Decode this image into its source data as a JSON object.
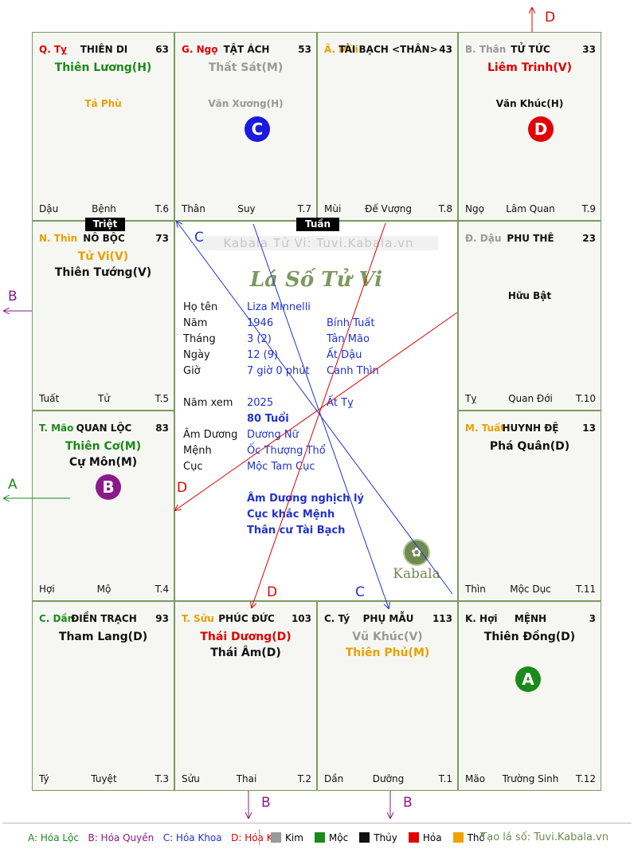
{
  "cells": [
    {
      "id": "ty",
      "branch": "Q. Tỵ",
      "branch_color": "#e00000",
      "palace": "THIÊN DI",
      "num": "63",
      "stars": [
        {
          "t": "Thiên Lương(H)",
          "c": "#1a8a1a"
        }
      ],
      "minor": [
        {
          "t": "Tả Phù",
          "c": "#e8a000"
        }
      ],
      "foot": {
        "l": "Dậu",
        "c": "Bệnh",
        "r": "T.6"
      }
    },
    {
      "id": "ngo",
      "branch": "G. Ngọ",
      "branch_color": "#e00000",
      "palace": "TẬT ÁCH",
      "num": "53",
      "stars": [
        {
          "t": "Thất Sát(M)",
          "c": "#999999"
        }
      ],
      "minor": [
        {
          "t": "Văn Xương(H)",
          "c": "#999999"
        }
      ],
      "foot": {
        "l": "Thân",
        "c": "Suy",
        "r": "T.7"
      }
    },
    {
      "id": "mui",
      "branch": "Ã. Mùi",
      "branch_color": "#e8a000",
      "palace": "TÀI BẠCH <THÂN>",
      "num": "43",
      "stars": [],
      "minor": [],
      "foot": {
        "l": "Mùi",
        "c": "Đế Vượng",
        "r": "T.8"
      }
    },
    {
      "id": "than",
      "branch": "B. Thân",
      "branch_color": "#999999",
      "palace": "TỬ TỨC",
      "num": "33",
      "stars": [
        {
          "t": "Liêm Trinh(V)",
          "c": "#e00000"
        }
      ],
      "minor": [
        {
          "t": "Văn Khúc(H)",
          "c": "#111111"
        }
      ],
      "foot": {
        "l": "Ngọ",
        "c": "Lâm Quan",
        "r": "T.9"
      }
    },
    {
      "id": "thin",
      "branch": "N. Thìn",
      "branch_color": "#e8a000",
      "palace": "NÔ BỘC",
      "num": "73",
      "stars": [
        {
          "t": "Tử Vi(V)",
          "c": "#e8a000"
        },
        {
          "t": "Thiên Tướng(V)",
          "c": "#111111"
        }
      ],
      "minor": [],
      "foot": {
        "l": "Tuất",
        "c": "Tử",
        "r": "T.5"
      }
    },
    {
      "id": "dau",
      "branch": "Đ. Dậu",
      "branch_color": "#999999",
      "palace": "PHU THÊ",
      "num": "23",
      "stars": [],
      "minor": [
        {
          "t": "Hữu Bật",
          "c": "#111111"
        }
      ],
      "foot": {
        "l": "Tỵ",
        "c": "Quan Đới",
        "r": "T.10"
      }
    },
    {
      "id": "mao",
      "branch": "T. Mão",
      "branch_color": "#1a8a1a",
      "palace": "QUAN LỘC",
      "num": "83",
      "stars": [
        {
          "t": "Thiên Cơ(M)",
          "c": "#1a8a1a"
        },
        {
          "t": "Cự Môn(M)",
          "c": "#111111"
        }
      ],
      "minor": [],
      "foot": {
        "l": "Hợi",
        "c": "Mộ",
        "r": "T.4"
      }
    },
    {
      "id": "tuat",
      "branch": "M. Tuất",
      "branch_color": "#e8a000",
      "palace": "HUYNH ĐỆ",
      "num": "13",
      "stars": [
        {
          "t": "Phá Quân(D)",
          "c": "#111111"
        }
      ],
      "minor": [],
      "foot": {
        "l": "Thìn",
        "c": "Mộc Dục",
        "r": "T.11"
      }
    },
    {
      "id": "dan",
      "branch": "C. Dần",
      "branch_color": "#1a8a1a",
      "palace": "ĐIỀN TRẠCH",
      "num": "93",
      "stars": [
        {
          "t": "Tham Lang(D)",
          "c": "#111111"
        }
      ],
      "minor": [],
      "foot": {
        "l": "Tý",
        "c": "Tuyệt",
        "r": "T.3"
      }
    },
    {
      "id": "suu",
      "branch": "T. Sửu",
      "branch_color": "#e8a000",
      "palace": "PHÚC ĐỨC",
      "num": "103",
      "stars": [
        {
          "t": "Thái Dương(D)",
          "c": "#e00000"
        },
        {
          "t": "Thái Âm(D)",
          "c": "#111111"
        }
      ],
      "minor": [],
      "foot": {
        "l": "Sửu",
        "c": "Thai",
        "r": "T.2"
      }
    },
    {
      "id": "ty2",
      "branch": "C. Tý",
      "branch_color": "#111111",
      "palace": "PHỤ MẪU",
      "num": "113",
      "stars": [
        {
          "t": "Vũ Khúc(V)",
          "c": "#999999"
        },
        {
          "t": "Thiên Phủ(M)",
          "c": "#e8a000"
        }
      ],
      "minor": [],
      "foot": {
        "l": "Dần",
        "c": "Dưỡng",
        "r": "T.1"
      }
    },
    {
      "id": "hoi",
      "branch": "K. Hợi",
      "branch_color": "#111111",
      "palace": "MỆNH",
      "num": "3",
      "stars": [
        {
          "t": "Thiên Đồng(D)",
          "c": "#111111"
        }
      ],
      "minor": [],
      "foot": {
        "l": "Mão",
        "c": "Trường Sinh",
        "r": "T.12"
      }
    }
  ],
  "tags": {
    "triet": "Triệt",
    "tuan": "Tuần"
  },
  "circles": {
    "ngo": "C",
    "than": "D",
    "mao": "B",
    "hoi": "A"
  },
  "center": {
    "watermark": "Kabala Tử Vi: Tuvi.Kabala.vn",
    "title": "Lá Số Tử Vi",
    "rows": [
      {
        "k": "Họ tên",
        "v": "Liza Minnelli",
        "v2": ""
      },
      {
        "k": "Năm",
        "v": "1946",
        "v2": "Bính Tuất"
      },
      {
        "k": "Tháng",
        "v": "3  (2)",
        "v2": "Tân Mão"
      },
      {
        "k": "Ngày",
        "v": "12  (9)",
        "v2": "Ất Dậu"
      },
      {
        "k": "Giờ",
        "v": "7 giờ 0 phút",
        "v2": "Canh Thìn"
      },
      {
        "k": "Năm xem",
        "v": "2025",
        "v2": "Ất Tỵ"
      },
      {
        "k": "",
        "v": "80 Tuổi",
        "v2": ""
      },
      {
        "k": "Âm Dương",
        "v": "Dương Nữ",
        "v2": ""
      },
      {
        "k": "Mệnh",
        "v": "Ốc Thượng Thổ",
        "v2": ""
      },
      {
        "k": "Cục",
        "v": "Mộc Tam Cục",
        "v2": ""
      }
    ],
    "notes": [
      "Âm Dương nghịch lý",
      "Cục khắc Mệnh",
      "Thân cư Tài Bạch"
    ],
    "logo": "Kabala"
  },
  "arrow_labels": {
    "top_d": "D",
    "left_b": "B",
    "left_a": "A",
    "center_c1": "C",
    "center_d1": "D",
    "bottom_d": "D",
    "bottom_c": "C",
    "bottom_b1": "B",
    "bottom_b2": "B"
  },
  "legend": {
    "a": "A: Hóa Lộc",
    "b": "B: Hóa Quyền",
    "c": "C: Hóa Khoa",
    "d": "D: Hóa Kị",
    "elements": [
      {
        "n": "Kim",
        "c": "#999999"
      },
      {
        "n": "Mộc",
        "c": "#1a8a1a"
      },
      {
        "n": "Thủy",
        "c": "#111111"
      },
      {
        "n": "Hỏa",
        "c": "#e00000"
      },
      {
        "n": "Thổ",
        "c": "#f0a000"
      }
    ],
    "site": "Tạo lá số: Tuvi.Kabala.vn"
  },
  "colors": {
    "green": "#1a8a1a",
    "purple": "#8a1a8a",
    "blue": "#2233cc",
    "red": "#e00000",
    "grid": "#7c9a5c"
  }
}
